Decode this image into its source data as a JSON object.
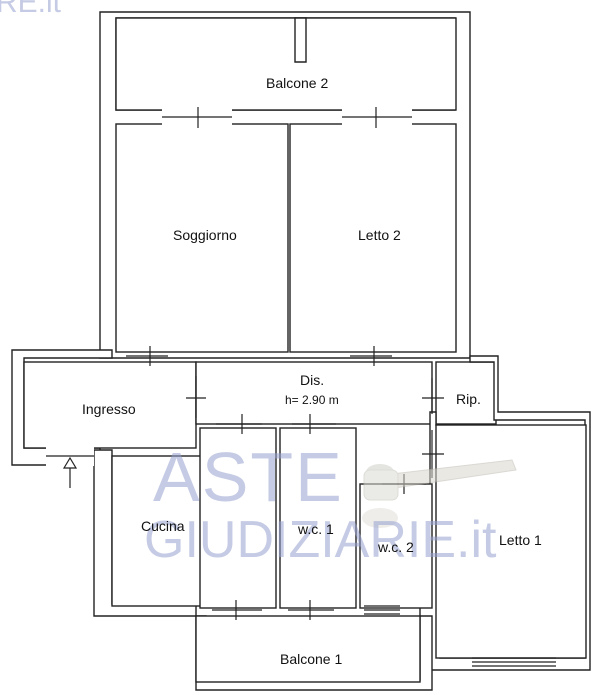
{
  "watermark": {
    "top_fragment": "RE.it",
    "line1": "ASTE",
    "line2": "GIUDIZIARIE.it"
  },
  "rooms": {
    "balcone2": "Balcone 2",
    "soggiorno": "Soggiorno",
    "letto2": "Letto 2",
    "dis": "Dis.",
    "dis_height": "h= 2.90 m",
    "ingresso": "Ingresso",
    "rip": "Rip.",
    "cucina": "Cucina",
    "wc1": "w.c. 1",
    "wc2": "w.c. 2",
    "letto1": "Letto 1",
    "balcone1": "Balcone 1"
  },
  "icons": {
    "entrance": "entrance-arrow-icon",
    "gavel": "gavel-icon"
  }
}
